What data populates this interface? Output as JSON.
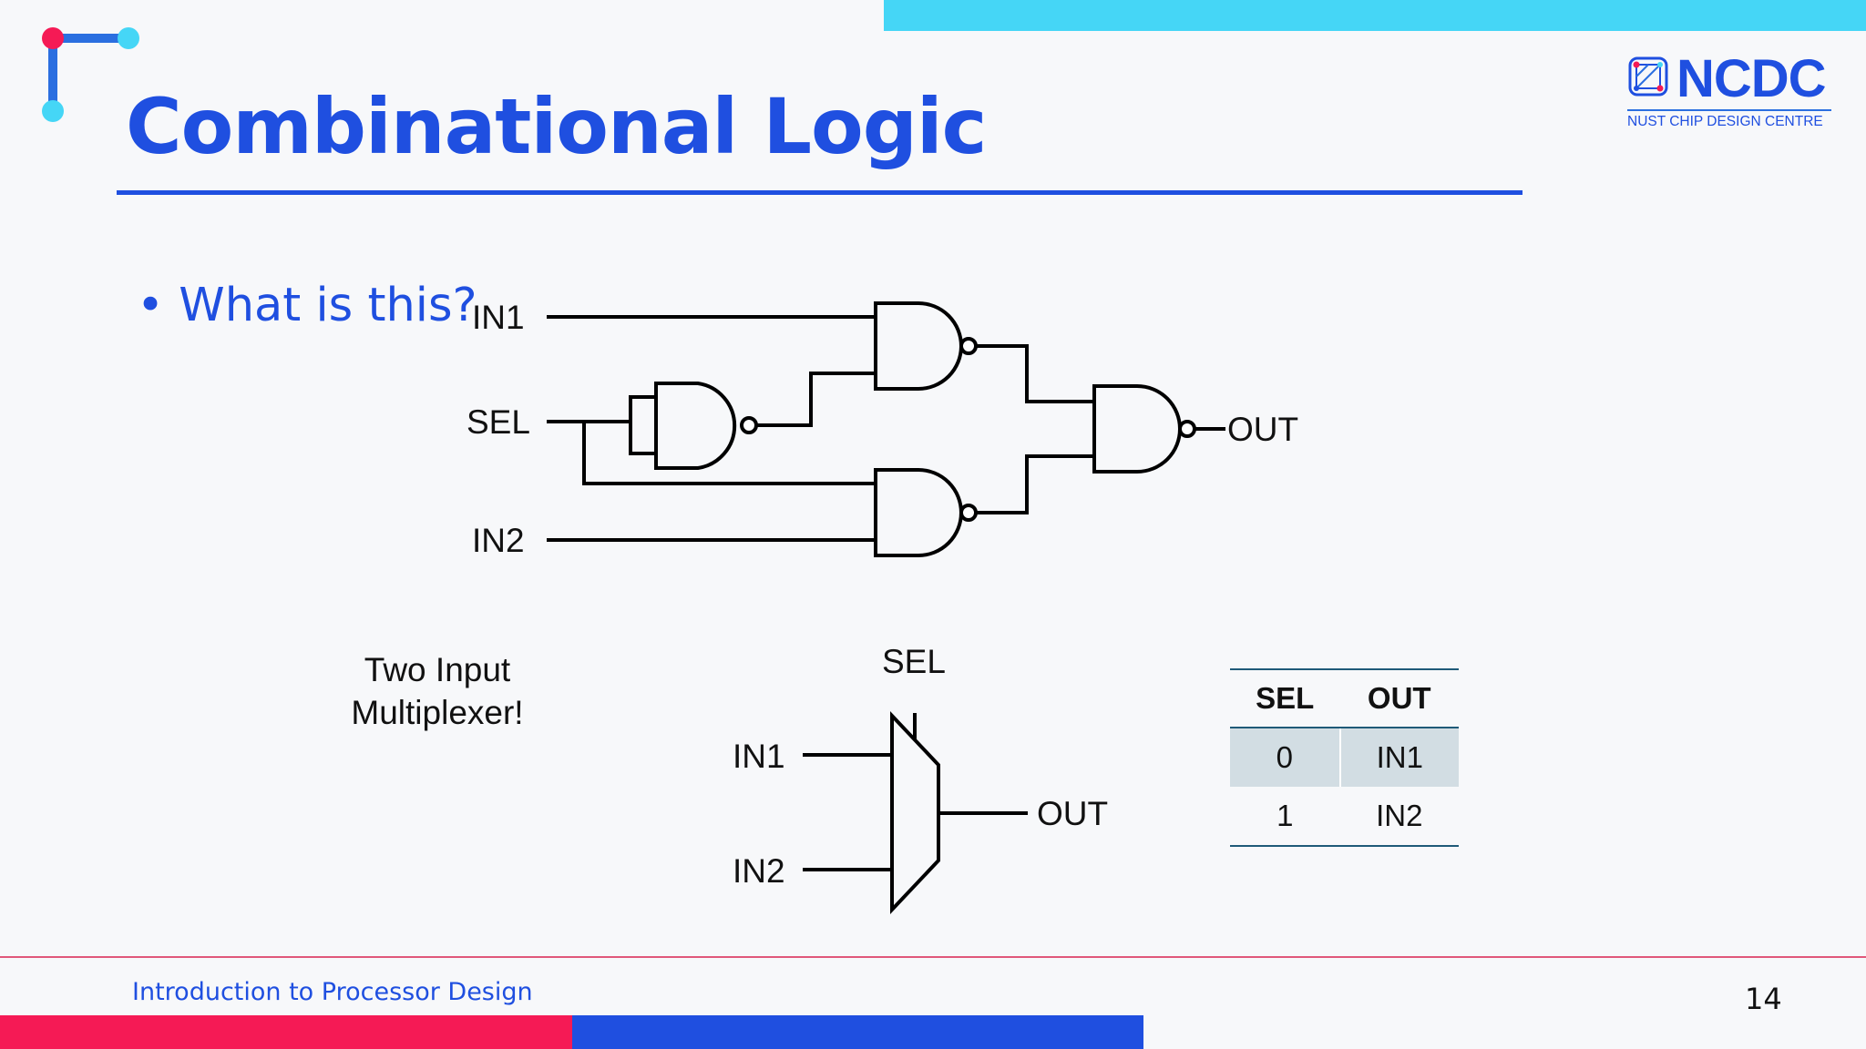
{
  "slide": {
    "title": "Combinational Logic",
    "bullet": "• What is this?",
    "caption_line1": "Two Input",
    "caption_line2": "Multiplexer!",
    "footer": "Introduction to Processor Design",
    "page_number": "14"
  },
  "logo": {
    "name": "NCDC",
    "subtitle": "NUST CHIP DESIGN CENTRE"
  },
  "gate_circuit": {
    "labels": {
      "in1": "IN1",
      "sel": "SEL",
      "in2": "IN2",
      "out": "OUT"
    }
  },
  "mux_symbol": {
    "labels": {
      "sel": "SEL",
      "in1": "IN1",
      "in2": "IN2",
      "out": "OUT"
    }
  },
  "truth_table": {
    "headers": [
      "SEL",
      "OUT"
    ],
    "rows": [
      [
        "0",
        "IN1"
      ],
      [
        "1",
        "IN2"
      ]
    ]
  },
  "colors": {
    "brand_blue": "#1f4fe0",
    "cyan": "#45d6f6",
    "red": "#f51a55",
    "table_shade": "#d2dde3"
  }
}
